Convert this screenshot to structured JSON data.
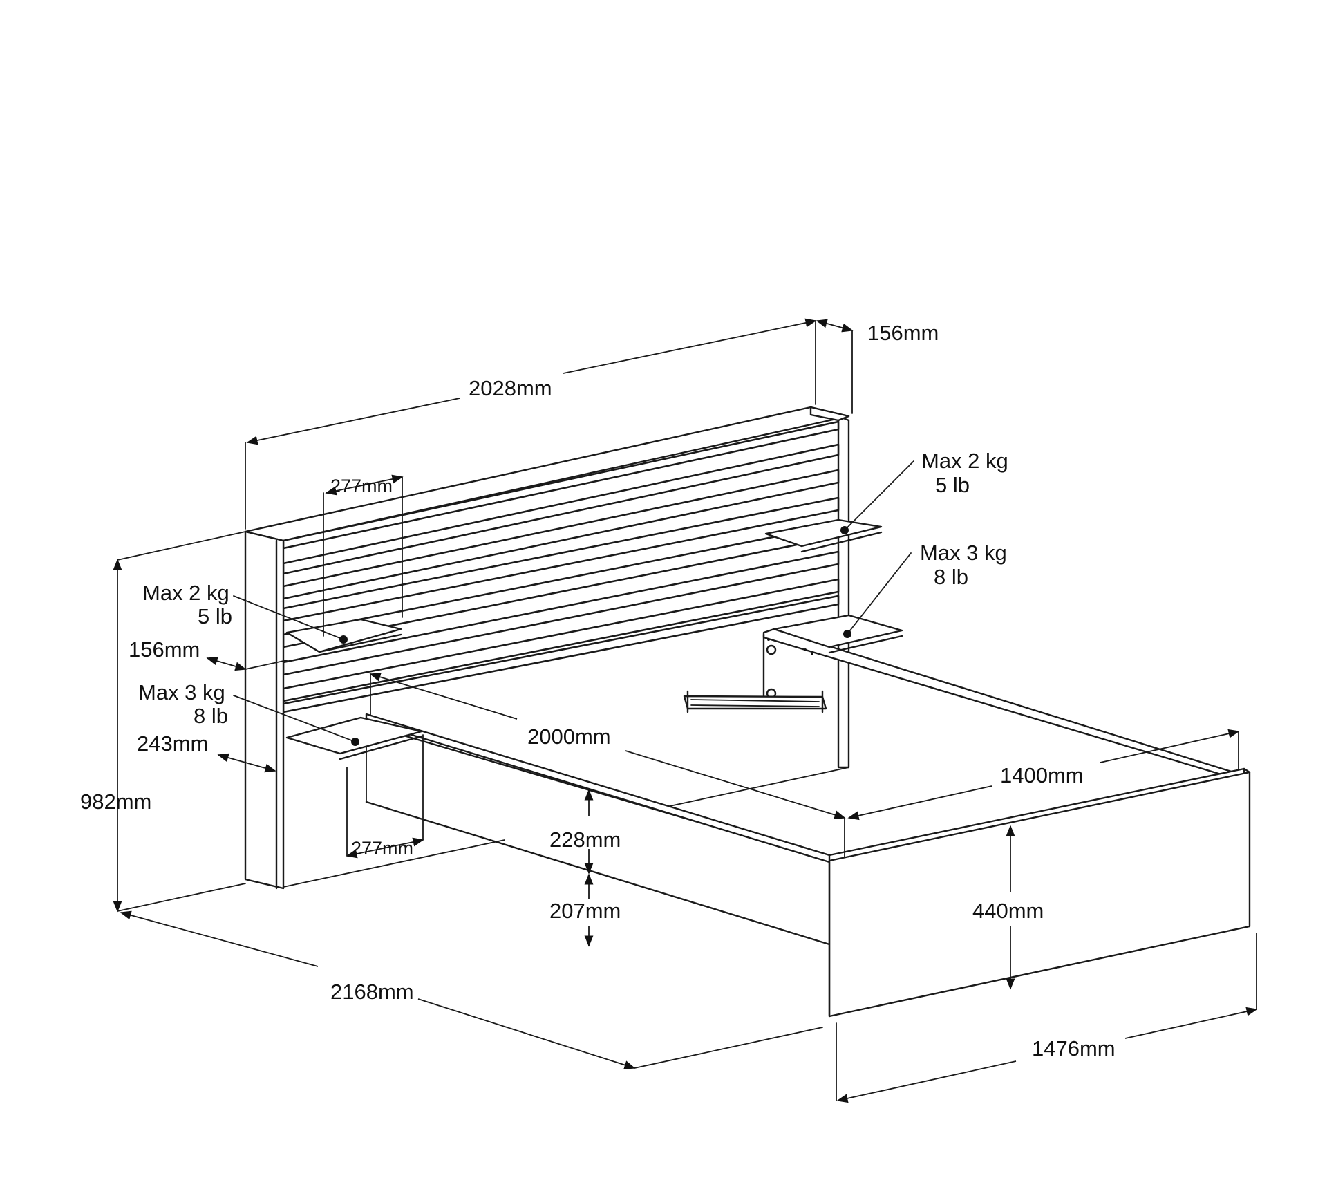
{
  "dimensions": {
    "headboard_width": "2028mm",
    "headboard_depth": "156mm",
    "total_height": "982mm",
    "shelf_depth": "156mm",
    "lower_shelf_depth": "243mm",
    "upper_shelf_width": "277mm",
    "lower_shelf_width": "277mm",
    "mattress_length": "2000mm",
    "mattress_width": "1400mm",
    "upper_clearance": "228mm",
    "lower_clearance": "207mm",
    "footboard_height": "440mm",
    "total_length": "2168mm",
    "total_width": "1476mm"
  },
  "load_labels": {
    "left_upper": {
      "kg": "Max 2 kg",
      "lb": "5 lb"
    },
    "left_lower": {
      "kg": "Max 3 kg",
      "lb": "8 lb"
    },
    "right_upper": {
      "kg": "Max 2 kg",
      "lb": "5 lb"
    },
    "right_lower": {
      "kg": "Max 3 kg",
      "lb": "8 lb"
    }
  }
}
